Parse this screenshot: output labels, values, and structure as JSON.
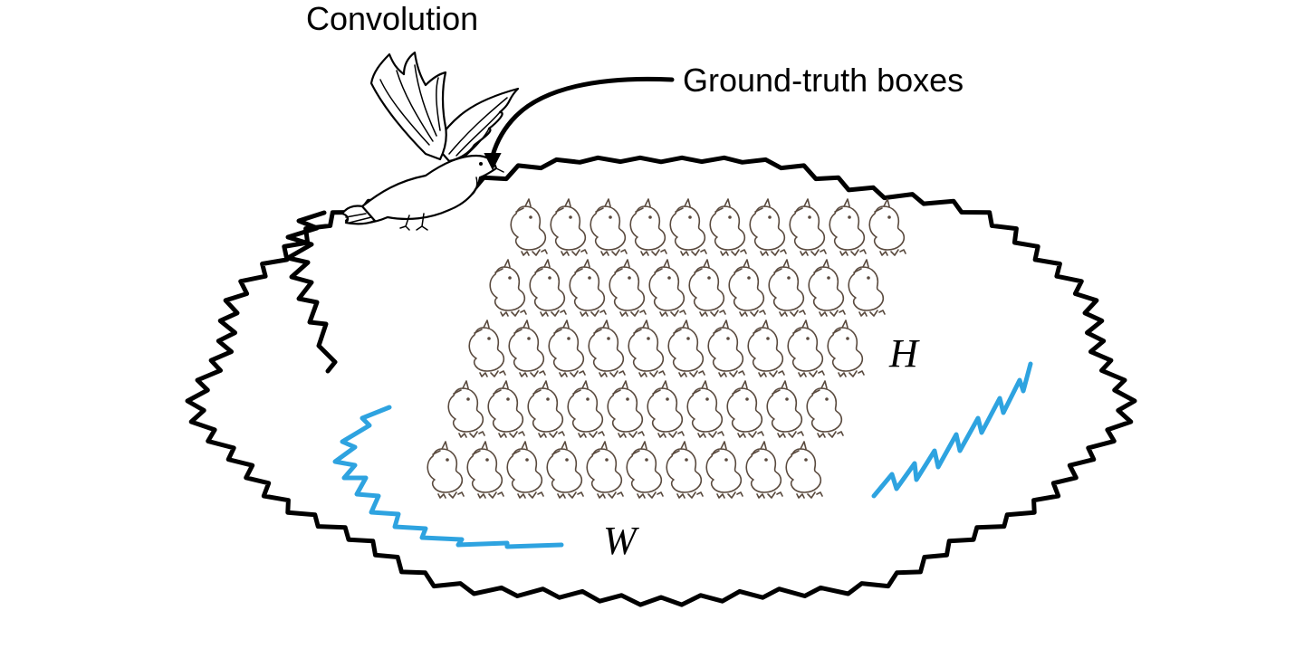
{
  "labels": {
    "convolution": "Convolution",
    "ground_truth": "Ground-truth boxes",
    "height_symbol": "H",
    "width_symbol": "W"
  },
  "grid": {
    "rows": 5,
    "cols": 10
  },
  "icons": {
    "nest": "nest-icon",
    "dove": "dove-icon",
    "chick": "chick-icon",
    "arrow": "arrow-icon"
  },
  "colors": {
    "outline": "#000000",
    "accent_blue": "#2ea3e0",
    "chick_stroke": "#5a4a3e"
  }
}
